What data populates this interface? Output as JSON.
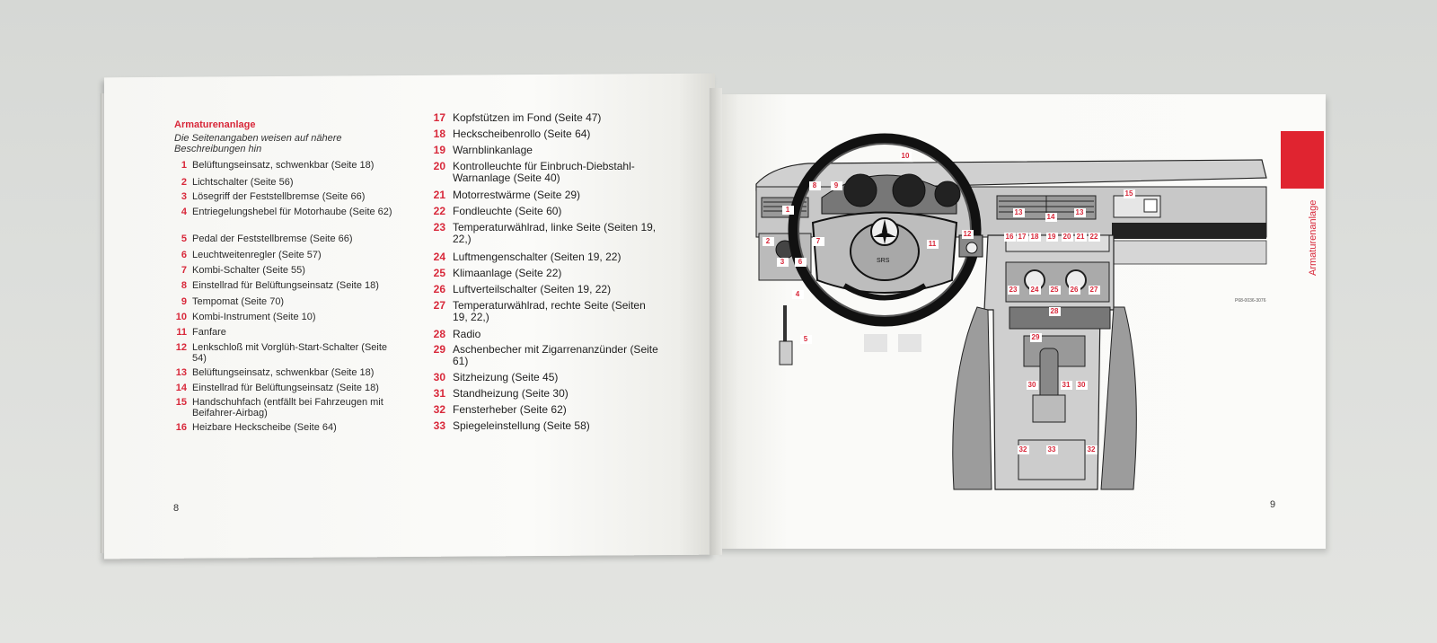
{
  "left_page": {
    "heading": "Armaturenanlage",
    "subheading": "Die Seitenangaben weisen auf nähere Beschreibungen hin",
    "items": [
      {
        "num": "1",
        "text": "Belüftungseinsatz, schwenkbar (Seite 18)"
      },
      {
        "num": "2",
        "text": "Lichtschalter (Seite 56)"
      },
      {
        "num": "3",
        "text": "Lösegriff der Feststellbremse (Seite 66)"
      },
      {
        "num": "4",
        "text": "Entriegelungshebel für Motorhaube (Seite 62)"
      },
      {
        "num": "5",
        "text": "Pedal der Feststellbremse (Seite 66)"
      },
      {
        "num": "6",
        "text": "Leuchtweitenregler (Seite 57)"
      },
      {
        "num": "7",
        "text": "Kombi-Schalter (Seite 55)"
      },
      {
        "num": "8",
        "text": "Einstellrad für Belüftungseinsatz (Seite 18)"
      },
      {
        "num": "9",
        "text": "Tempomat (Seite 70)"
      },
      {
        "num": "10",
        "text": "Kombi-Instrument (Seite 10)"
      },
      {
        "num": "11",
        "text": "Fanfare"
      },
      {
        "num": "12",
        "text": "Lenkschloß mit Vorglüh-Start-Schalter (Seite 54)"
      },
      {
        "num": "13",
        "text": "Belüftungseinsatz, schwenkbar (Seite 18)"
      },
      {
        "num": "14",
        "text": "Einstellrad für Belüftungseinsatz (Seite 18)"
      },
      {
        "num": "15",
        "text": "Handschuhfach (entfällt bei Fahrzeugen mit Beifahrer-Airbag)"
      },
      {
        "num": "16",
        "text": "Heizbare Heckscheibe (Seite 64)"
      }
    ],
    "items_col2": [
      {
        "num": "17",
        "text": "Kopfstützen im Fond (Seite 47)"
      },
      {
        "num": "18",
        "text": "Heckscheibenrollo (Seite 64)"
      },
      {
        "num": "19",
        "text": "Warnblinkanlage"
      },
      {
        "num": "20",
        "text": "Kontrolleuchte für Einbruch-Diebstahl-Warnanlage (Seite 40)"
      },
      {
        "num": "21",
        "text": "Motorrestwärme (Seite 29)"
      },
      {
        "num": "22",
        "text": "Fondleuchte (Seite 60)"
      },
      {
        "num": "23",
        "text": "Temperaturwählrad, linke Seite (Seiten 19, 22,)"
      },
      {
        "num": "24",
        "text": "Luftmengenschalter (Seiten 19, 22)"
      },
      {
        "num": "25",
        "text": "Klimaanlage (Seite 22)"
      },
      {
        "num": "26",
        "text": "Luftverteilschalter (Seiten 19, 22)"
      },
      {
        "num": "27",
        "text": "Temperaturwählrad, rechte Seite (Seiten 19, 22,)"
      },
      {
        "num": "28",
        "text": "Radio"
      },
      {
        "num": "29",
        "text": "Aschenbecher mit Zigarrenanzünder (Seite 61)"
      },
      {
        "num": "30",
        "text": "Sitzheizung (Seite 45)"
      },
      {
        "num": "31",
        "text": "Standheizung (Seite 30)"
      },
      {
        "num": "32",
        "text": "Fensterheber (Seite 62)"
      },
      {
        "num": "33",
        "text": "Spiegeleinstellung (Seite 58)"
      }
    ],
    "page_number": "8"
  },
  "right_page": {
    "side_label": "Armaturenanlage",
    "page_number": "9",
    "callouts": [
      "1",
      "2",
      "3",
      "4",
      "5",
      "6",
      "7",
      "8",
      "9",
      "10",
      "11",
      "12",
      "13",
      "13",
      "14",
      "15",
      "16",
      "17",
      "18",
      "19",
      "20",
      "21",
      "22",
      "23",
      "24",
      "25",
      "26",
      "27",
      "28",
      "29",
      "30",
      "30",
      "31",
      "32",
      "32",
      "33"
    ],
    "airbag_text": "SRS",
    "figure_code": "P68-0036-3076"
  },
  "colors": {
    "accent_red": "#d8283a",
    "tab_red": "#e02430"
  }
}
